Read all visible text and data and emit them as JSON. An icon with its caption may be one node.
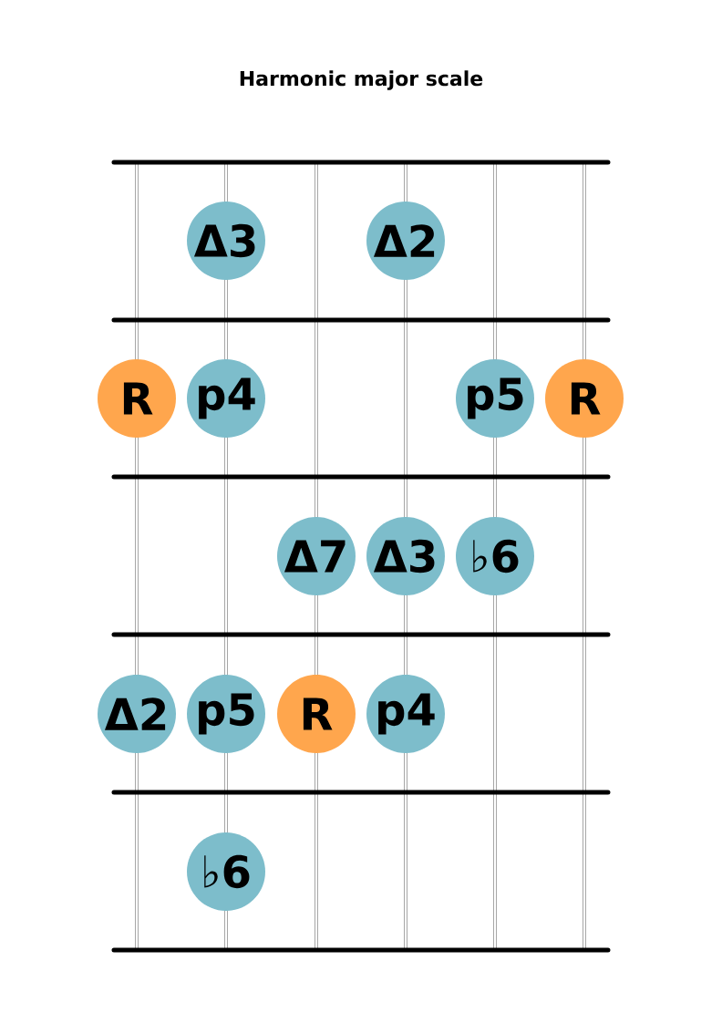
{
  "diagram": {
    "title": "Harmonic major scale",
    "nodes": [
      {
        "text": [
          "Δ3"
        ]
      },
      {
        "text": [
          "Δ2"
        ]
      },
      {
        "text": [
          "R"
        ]
      },
      {
        "text": [
          "p4"
        ]
      },
      {
        "text": [
          "p5"
        ]
      },
      {
        "text": [
          "R"
        ]
      },
      {
        "text": [
          "Δ7"
        ]
      },
      {
        "text": [
          "Δ3"
        ]
      },
      {
        "text": [
          "♭6"
        ]
      },
      {
        "text": [
          "Δ2"
        ]
      },
      {
        "text": [
          "p5"
        ]
      },
      {
        "text": [
          "R"
        ]
      },
      {
        "text": [
          "p4"
        ]
      },
      {
        "text": [
          "♭6"
        ]
      }
    ]
  }
}
